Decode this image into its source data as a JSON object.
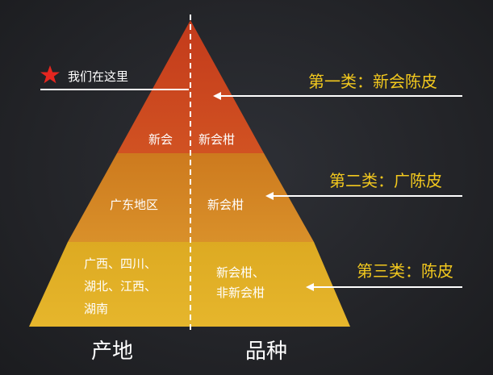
{
  "marker": {
    "label": "我们在这里",
    "icon": "star-icon",
    "icon_color": "#e5261f"
  },
  "colors": {
    "tier1": "#c9441d",
    "tier2": "#d4831e",
    "tier3": "#e0ac24",
    "category": "#f2c81e"
  },
  "tiers": [
    {
      "origin": "新会",
      "variety": "新会柑",
      "category": "第一类：新会陈皮"
    },
    {
      "origin": "广东地区",
      "variety": "新会柑",
      "category": "第二类：广陈皮"
    },
    {
      "origin_lines": [
        "广西、四川、",
        "湖北、江西、",
        "湖南"
      ],
      "variety_lines": [
        "新会柑、",
        "非新会柑"
      ],
      "category": "第三类：陈皮"
    }
  ],
  "axes": {
    "left": "产地",
    "right": "品种"
  }
}
